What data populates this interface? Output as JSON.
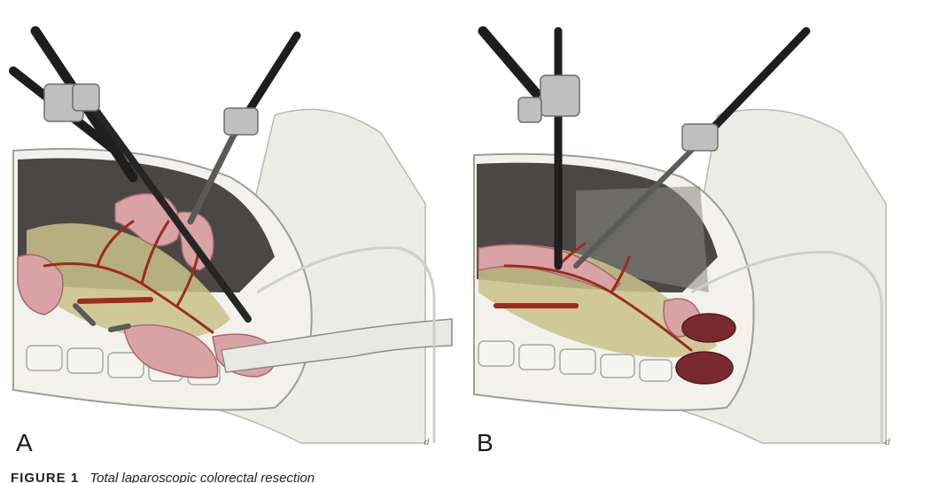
{
  "figure": {
    "panels": [
      {
        "letter": "A"
      },
      {
        "letter": "B"
      }
    ],
    "caption": {
      "label": "FIGURE 1",
      "text": "Total laparoscopic colorectal resection"
    },
    "colors": {
      "background_pelvis": "#ecece6",
      "abdominal_cavity": "#4a4744",
      "bowel": "#d9a3a5",
      "mesentery": "#c9c28a",
      "vessels": "#9b2b1c",
      "instrument_shaft": "#1e1e1e",
      "trocar": "#bfbfbf"
    }
  }
}
